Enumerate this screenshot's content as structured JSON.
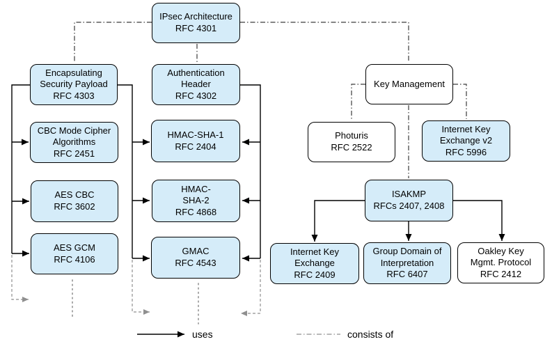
{
  "nodes": {
    "ipsec_architecture": {
      "label": "IPsec Architecture\nRFC 4301",
      "fill": "blue"
    },
    "esp": {
      "label": "Encapsulating\nSecurity Payload\nRFC 4303",
      "fill": "blue"
    },
    "ah": {
      "label": "Authentication\nHeader\nRFC 4302",
      "fill": "blue"
    },
    "key_management": {
      "label": "Key Management",
      "fill": "white"
    },
    "cbc_mode": {
      "label": "CBC Mode Cipher\nAlgorithms\nRFC 2451",
      "fill": "blue"
    },
    "hmac_sha1": {
      "label": "HMAC-SHA-1\nRFC 2404",
      "fill": "blue"
    },
    "photuris": {
      "label": "Photuris\nRFC 2522",
      "fill": "white"
    },
    "ikev2": {
      "label": "Internet Key\nExchange v2\nRFC 5996",
      "fill": "blue"
    },
    "aes_cbc": {
      "label": "AES CBC\nRFC 3602",
      "fill": "blue"
    },
    "hmac_sha2": {
      "label": "HMAC-\nSHA-2\nRFC 4868",
      "fill": "blue"
    },
    "isakmp": {
      "label": "ISAKMP\nRFCs 2407, 2408",
      "fill": "blue"
    },
    "aes_gcm": {
      "label": "AES GCM\nRFC 4106",
      "fill": "blue"
    },
    "gmac": {
      "label": "GMAC\nRFC 4543",
      "fill": "blue"
    },
    "ike": {
      "label": "Internet Key\nExchange\nRFC 2409",
      "fill": "blue"
    },
    "gdoi": {
      "label": "Group Domain of\nInterpretation\nRFC 6407",
      "fill": "blue"
    },
    "oakley": {
      "label": "Oakley Key\nMgmt. Protocol\nRFC 2412",
      "fill": "white"
    }
  },
  "legend": {
    "uses_label": "uses",
    "consists_of_label": "consists of"
  },
  "colors": {
    "node_fill_blue": "#d5ecf9",
    "node_fill_white": "#ffffff",
    "node_border": "#000000",
    "solid_line": "#000000",
    "dash_dot_line": "#3a3a3a",
    "continuation_line": "#8f8f8f"
  }
}
